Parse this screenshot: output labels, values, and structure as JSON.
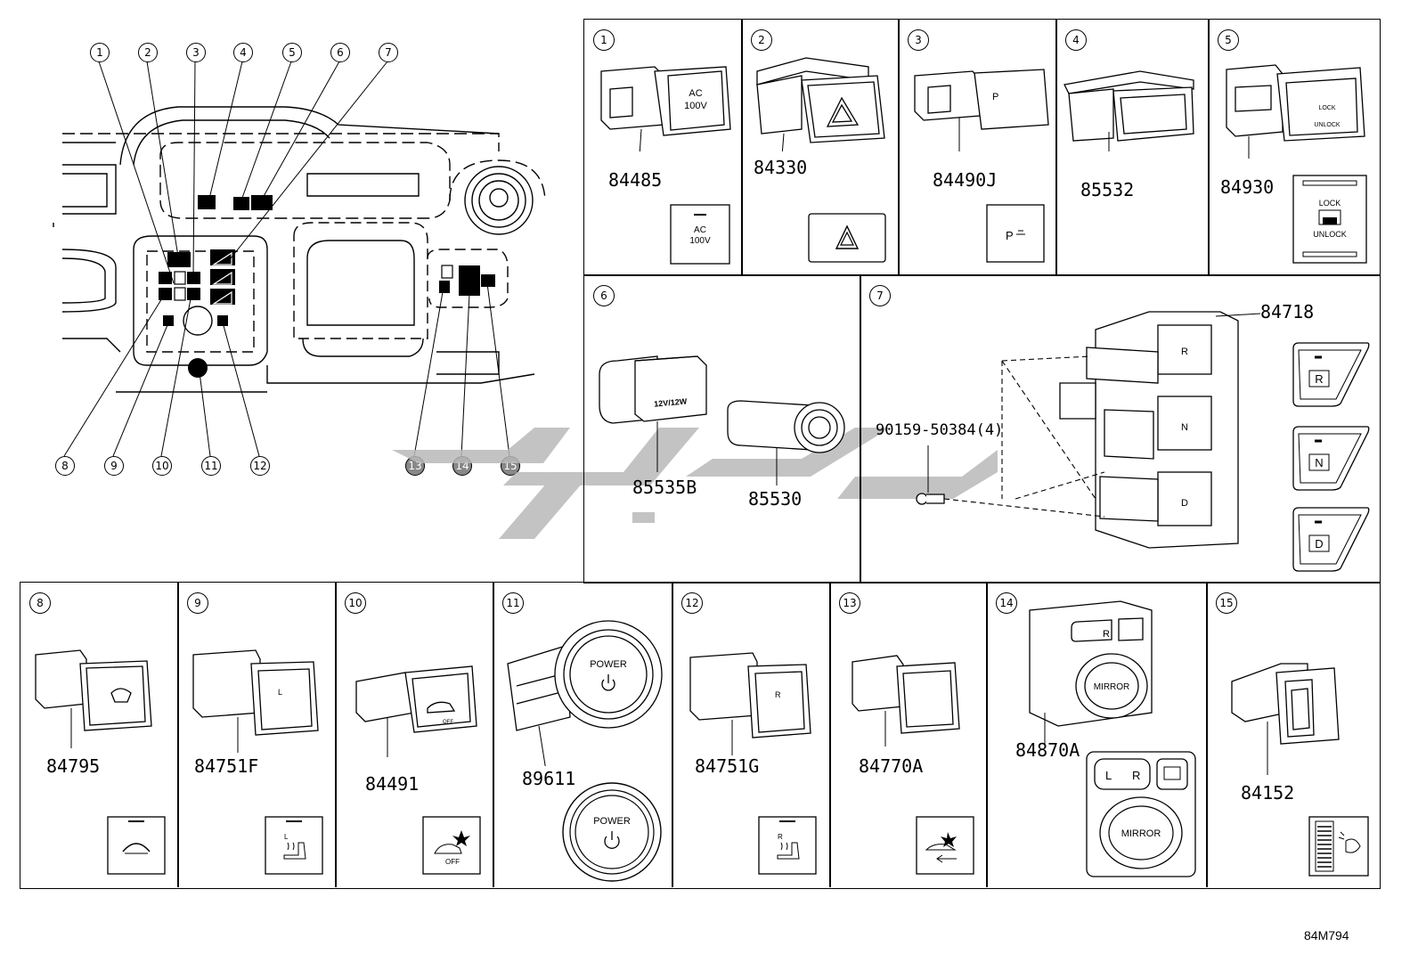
{
  "overview": {
    "callouts_top": [
      "1",
      "2",
      "3",
      "4",
      "5",
      "6",
      "7"
    ],
    "callouts_bottom": [
      "8",
      "9",
      "10",
      "11",
      "12",
      "13",
      "14",
      "15"
    ]
  },
  "panels": [
    {
      "num": "1",
      "part": "84485",
      "label_line1": "AC",
      "label_line2": "100V"
    },
    {
      "num": "2",
      "part": "84330"
    },
    {
      "num": "3",
      "part": "84490J",
      "label": "P"
    },
    {
      "num": "4",
      "part": "85532"
    },
    {
      "num": "5",
      "part": "84930",
      "label_lock": "LOCK",
      "label_unlock": "UNLOCK"
    },
    {
      "num": "6",
      "part_a": "85535B",
      "part_b": "85530",
      "socket_label": "12V/12W"
    },
    {
      "num": "7",
      "part_a": "84718",
      "part_b": "90159-50384(4)",
      "gear_labels": [
        "R",
        "N",
        "D"
      ]
    },
    {
      "num": "8",
      "part": "84795"
    },
    {
      "num": "9",
      "part": "84751F",
      "seat_side": "L"
    },
    {
      "num": "10",
      "part": "84491",
      "label": "OFF"
    },
    {
      "num": "11",
      "part": "89611",
      "label": "POWER"
    },
    {
      "num": "12",
      "part": "84751G",
      "seat_side": "R"
    },
    {
      "num": "13",
      "part": "84770A"
    },
    {
      "num": "14",
      "part": "84870A",
      "label": "MIRROR",
      "left": "L",
      "right": "R"
    },
    {
      "num": "15",
      "part": "84152"
    }
  ],
  "reference_code": "84M794"
}
